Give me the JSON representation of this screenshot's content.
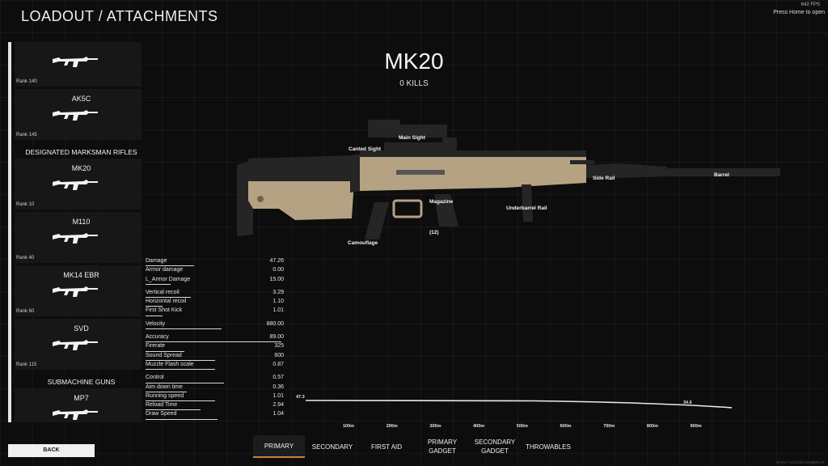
{
  "header": {
    "title": "LOADOUT / ATTACHMENTS",
    "fps": "642 FPS",
    "hint": "Press Home to open"
  },
  "sidebar": {
    "entries": [
      {
        "kind": "weapon",
        "name": "",
        "rank": "Rank 140"
      },
      {
        "kind": "weapon",
        "name": "AK5C",
        "rank": "Rank 145"
      },
      {
        "kind": "category",
        "name": "DESIGNATED MARKSMAN RIFLES"
      },
      {
        "kind": "weapon",
        "name": "MK20",
        "rank": "Rank 10"
      },
      {
        "kind": "weapon",
        "name": "M110",
        "rank": "Rank 40"
      },
      {
        "kind": "weapon",
        "name": "MK14 EBR",
        "rank": "Rank 60"
      },
      {
        "kind": "weapon",
        "name": "SVD",
        "rank": "Rank 115"
      },
      {
        "kind": "category",
        "name": "SUBMACHINE GUNS"
      },
      {
        "kind": "weapon",
        "name": "MP7",
        "rank": ""
      }
    ]
  },
  "back_label": "BACK",
  "weapon": {
    "name": "MK20",
    "kills": "0 KILLS",
    "color_tan": "#b4a282",
    "color_black": "#252525"
  },
  "attachments": {
    "canted_sight": "Canted Sight",
    "main_sight": "Main Sight",
    "side_rail": "Side Rail",
    "barrel": "Barrel",
    "magazine": "Magazine",
    "underbarrel_rail": "Underbarrel Rail",
    "camouflage": "Camouflage",
    "mag_count": "(12)"
  },
  "stats": [
    {
      "label": "Damage",
      "value": "47.26",
      "bar": 0.35
    },
    {
      "label": "Armor damage",
      "value": "0.00",
      "bar": 0.0
    },
    {
      "label": "L_Armor Damage",
      "value": "15.00",
      "bar": 0.18,
      "group_end": true
    },
    {
      "label": "Vertical recoil",
      "value": "3.29",
      "bar": 0.33
    },
    {
      "label": "Horizontal recoil",
      "value": "1.10",
      "bar": 0.12
    },
    {
      "label": "First Shot Kick",
      "value": "1.01",
      "bar": 0.12,
      "group_end": true
    },
    {
      "label": "Velocity",
      "value": "880.00",
      "bar": 0.55,
      "group_end": true
    },
    {
      "label": "Accuracy",
      "value": "89.00",
      "bar": 0.98
    },
    {
      "label": "Firerate",
      "value": "325",
      "bar": 0.28
    },
    {
      "label": "Sound Spread",
      "value": "600",
      "bar": 0.5
    },
    {
      "label": "Muzzle Flash scale",
      "value": "0.87",
      "bar": 0.5,
      "group_end": true
    },
    {
      "label": "Control",
      "value": "0.57",
      "bar": 0.57
    },
    {
      "label": "Aim down time",
      "value": "0.36",
      "bar": 0.3
    },
    {
      "label": "Running speed",
      "value": "1.01",
      "bar": 0.5
    },
    {
      "label": "Reload Time",
      "value": "2.94",
      "bar": 0.4
    },
    {
      "label": "Draw Speed",
      "value": "1.04",
      "bar": 0.52
    }
  ],
  "falloff": {
    "start_label": "47.3",
    "end_label": "34.6",
    "start_value": 47.3,
    "end_value": 34.6,
    "ticks": [
      "100m",
      "200m",
      "300m",
      "400m",
      "500m",
      "600m",
      "700m",
      "800m",
      "900m"
    ]
  },
  "tabs": [
    {
      "id": "primary",
      "label": "PRIMARY",
      "active": true
    },
    {
      "id": "secondary",
      "label": "SECONDARY",
      "active": false
    },
    {
      "id": "first-aid",
      "label": "FIRST AID",
      "active": false
    },
    {
      "id": "primary-gadget",
      "label": "PRIMARY\nGADGET",
      "active": false
    },
    {
      "id": "secondary-gadget",
      "label": "SECONDARY\nGADGET",
      "active": false
    },
    {
      "id": "throwables",
      "label": "THROWABLES",
      "active": false
    }
  ],
  "watermark": "EARLY ACCESS GAMEPLAY"
}
